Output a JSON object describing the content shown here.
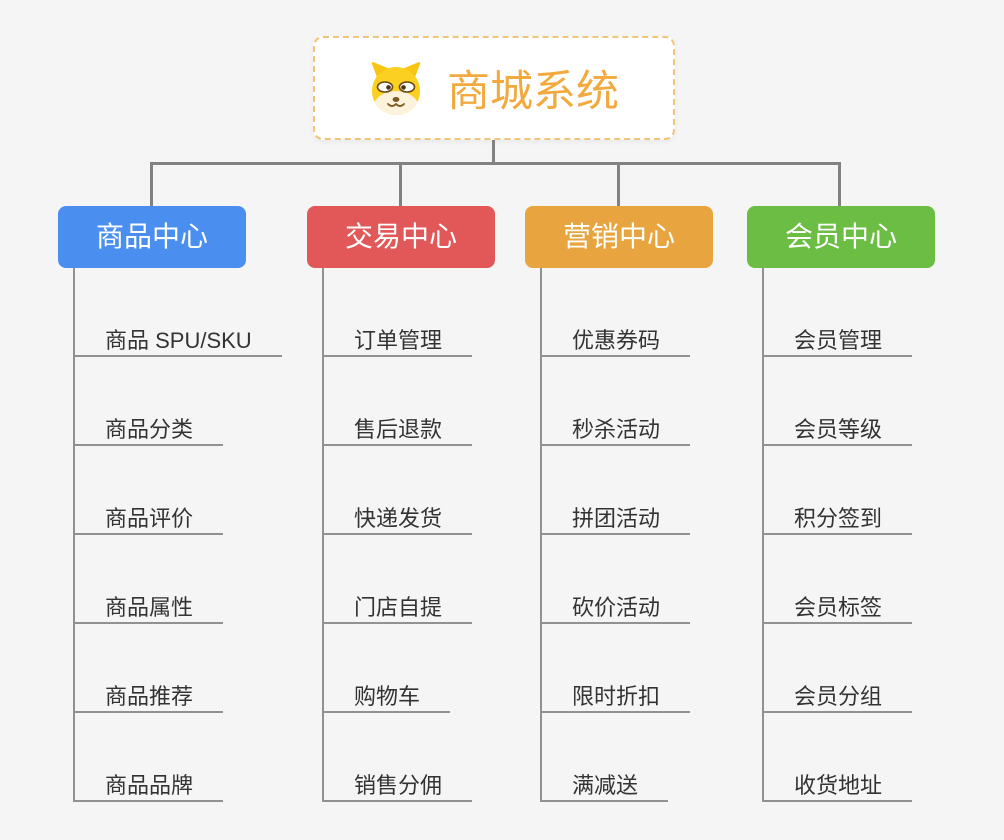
{
  "root": {
    "title": "商城系统",
    "icon": "dog-face-icon"
  },
  "branches": [
    {
      "label": "商品中心",
      "color": "#4a8ef0",
      "children": [
        "商品 SPU/SKU",
        "商品分类",
        "商品评价",
        "商品属性",
        "商品推荐",
        "商品品牌"
      ]
    },
    {
      "label": "交易中心",
      "color": "#e25858",
      "children": [
        "订单管理",
        "售后退款",
        "快递发货",
        "门店自提",
        "购物车",
        "销售分佣"
      ]
    },
    {
      "label": "营销中心",
      "color": "#e8a43e",
      "children": [
        "优惠券码",
        "秒杀活动",
        "拼团活动",
        "砍价活动",
        "限时折扣",
        "满减送"
      ]
    },
    {
      "label": "会员中心",
      "color": "#6cbd44",
      "children": [
        "会员管理",
        "会员等级",
        "积分签到",
        "会员标签",
        "会员分组",
        "收货地址"
      ]
    }
  ],
  "colors": {
    "background": "#f5f5f6",
    "connector": "#828282",
    "topic_line": "#919191",
    "child_text": "#333333",
    "root_text": "#f2a93e",
    "root_border": "#f3c477",
    "root_background": "#ffffff"
  }
}
